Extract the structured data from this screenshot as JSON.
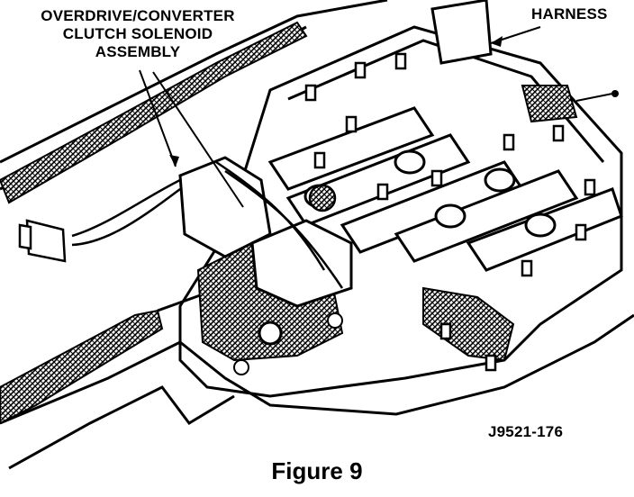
{
  "callouts": {
    "solenoid_line1": "OVERDRIVE/CONVERTER",
    "solenoid_line2": "CLUTCH SOLENOID",
    "solenoid_line3": "ASSEMBLY",
    "harness": "HARNESS",
    "part_number": "J9521-176"
  },
  "caption": "Figure 9"
}
